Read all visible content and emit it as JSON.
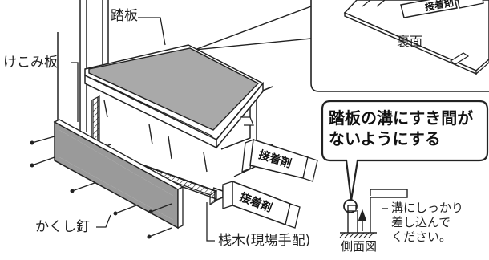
{
  "labels": {
    "tread": "踏板",
    "riser": "けこみ板",
    "hidden_nail": "かくし釘",
    "cleat": "桟木(現場手配)",
    "adhesive_1": "接着剤",
    "adhesive_2": "接着剤",
    "adhesive_inset": "接着剤",
    "back_side": "裏面",
    "side_view": "側面図"
  },
  "callout": {
    "line1": "踏板の溝にすき間が",
    "line2": "ないようにする"
  },
  "note": {
    "line1": "溝にしっかり",
    "line2": "差し込んで",
    "line3": "ください。"
  },
  "colors": {
    "line": "#222222",
    "tread_top": "#a9a9a9",
    "riser_face": "#9a9a9a",
    "paper": "#ffffff"
  }
}
